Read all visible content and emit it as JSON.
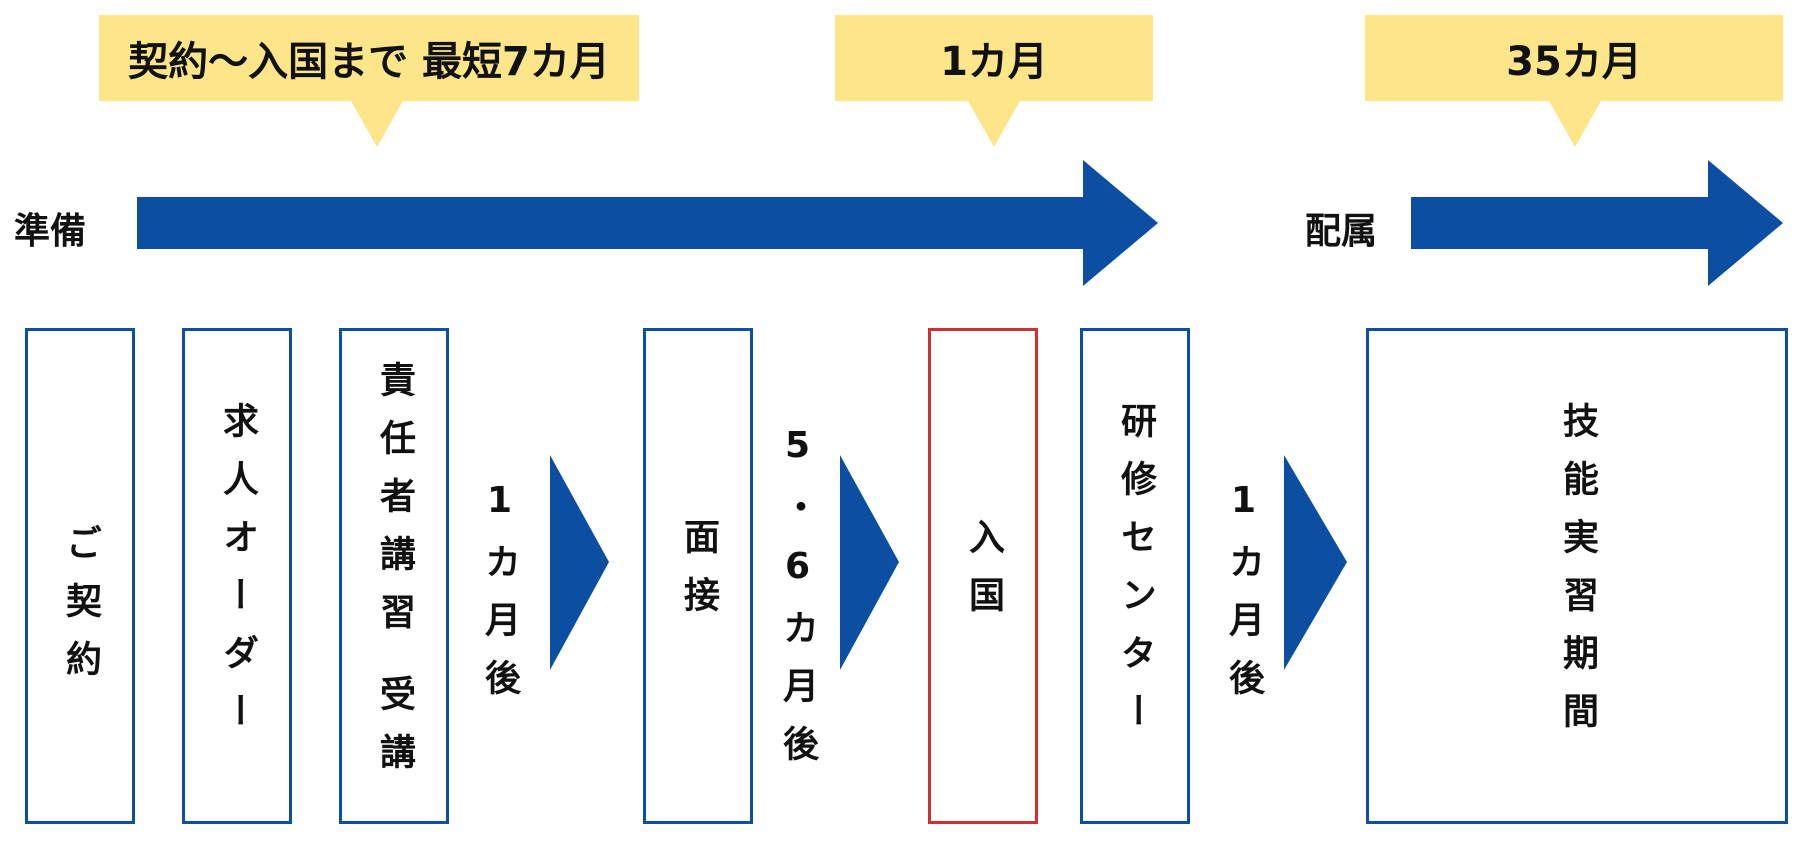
{
  "callouts": {
    "prep": "契約〜入国まで 最短7カ月",
    "center": "1カ月",
    "internship": "35カ月"
  },
  "phases": {
    "prep": "準備",
    "assign": "配属"
  },
  "boxes": {
    "contract": "ご契約",
    "order": "求人オーダー",
    "lecture_top": "責任者講習",
    "lecture_bottom": "受講",
    "interview": "面接",
    "entry": "入国",
    "center": "研修センター",
    "internship": "技能実習期間"
  },
  "intervals": {
    "after_lecture": "1カ月後",
    "after_interview": "5・6カ月後",
    "after_center": "1カ月後"
  },
  "colors": {
    "arrow": "#0b4ea2",
    "callout": "#fde68a",
    "box_border": "#0b4ea2",
    "highlight_border": "#d32f2f"
  }
}
